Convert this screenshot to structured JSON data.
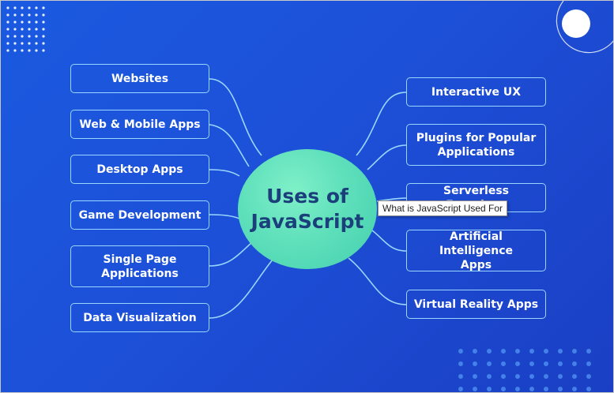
{
  "center": {
    "line1": "Uses of",
    "line2": "JavaScript"
  },
  "left_nodes": [
    {
      "lines": [
        "Websites"
      ]
    },
    {
      "lines": [
        "Web & Mobile Apps"
      ]
    },
    {
      "lines": [
        "Desktop Apps"
      ]
    },
    {
      "lines": [
        "Game Development"
      ]
    },
    {
      "lines": [
        "Single Page",
        "Applications"
      ]
    },
    {
      "lines": [
        "Data Visualization"
      ]
    }
  ],
  "right_nodes": [
    {
      "lines": [
        "Interactive UX"
      ]
    },
    {
      "lines": [
        "Plugins for Popular",
        "Applications"
      ]
    },
    {
      "lines": [
        "Serverless Functions"
      ]
    },
    {
      "lines": [
        "Artificial Intelligence",
        "Apps"
      ]
    },
    {
      "lines": [
        "Virtual Reality Apps"
      ]
    }
  ],
  "tooltip": {
    "text": "What is JavaScript Used For"
  },
  "colors": {
    "background": "#1d50d8",
    "node_border": "#9ad7ff",
    "center_fill": "#5fe0bb",
    "center_text": "#1b3f7a",
    "connector": "#9ad7ff"
  }
}
